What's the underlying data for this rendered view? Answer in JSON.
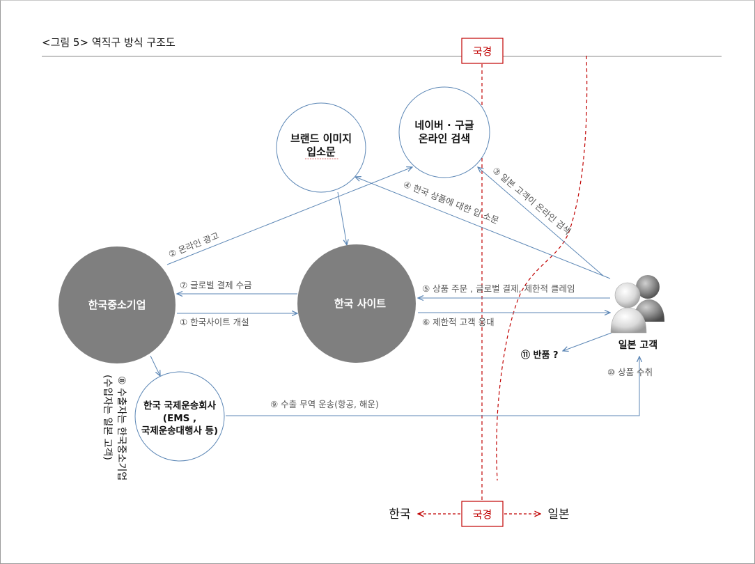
{
  "title": "<그림 5> 역직구 방식 구조도",
  "nodes": {
    "brand": {
      "line1": "브랜드 이미지",
      "line2": "입소문"
    },
    "search": {
      "line1": "네이버 · 구글",
      "line2": "온라인 검색"
    },
    "sme": "한국중소기업",
    "site": "한국 사이트",
    "shipping": {
      "line1": "한국 국제운송회사",
      "line2": "(EMS ,",
      "line3": "국제운송대행사 등)"
    },
    "customer": "일본 고객"
  },
  "edges": {
    "e1": "① 한국사이트 개설",
    "e2": "② 온라인 광고",
    "e3": "③ 일본 고객이 온라인 검색",
    "e4": "④ 한국 상품에 대한 입 소문",
    "e5": "⑤ 상품 주문 , 글로벌 결제,  제한적 클레임",
    "e6": "⑥ 제한적 고객 응대",
    "e7": "⑦ 글로벌 결제 수금",
    "e8_line1": "⑧ 수출자는 한국중소기업",
    "e8_line2": "(수입자는 일본 고객)",
    "e9": "⑨ 수출 무역 운송(항공, 해운)",
    "e10": "⑩ 상품 수취",
    "e11": "⑪ 반품 ?"
  },
  "border": {
    "label_top": "국경",
    "label_bottom": "국경",
    "left_country": "한국",
    "right_country": "일본"
  },
  "colors": {
    "circle_stroke": "#5b86b5",
    "arrow": "#5b86b5",
    "dark_fill": "#7f7f7f",
    "border_red": "#c00000",
    "rule": "#8a8a8a"
  }
}
